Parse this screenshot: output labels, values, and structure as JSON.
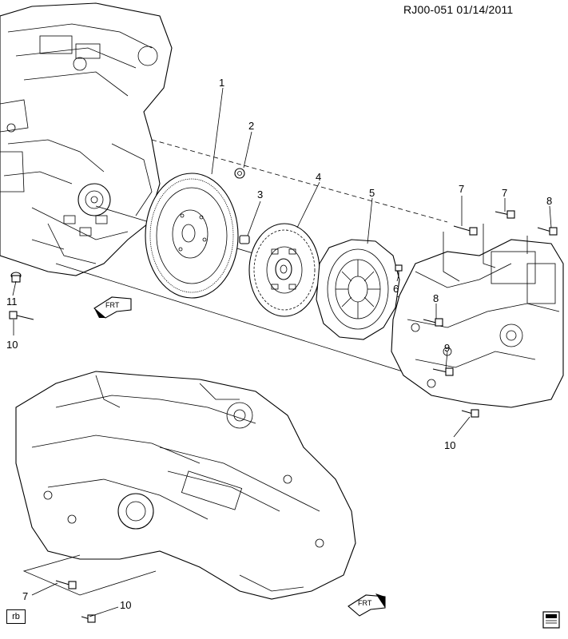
{
  "header": {
    "reference": "RJ00-051  01/14/2011"
  },
  "callouts": [
    {
      "id": "c1",
      "label": "1"
    },
    {
      "id": "c2",
      "label": "2"
    },
    {
      "id": "c3",
      "label": "3"
    },
    {
      "id": "c4",
      "label": "4"
    },
    {
      "id": "c5",
      "label": "5"
    },
    {
      "id": "c6",
      "label": "6"
    },
    {
      "id": "c7a",
      "label": "7"
    },
    {
      "id": "c7b",
      "label": "7"
    },
    {
      "id": "c8a",
      "label": "8"
    },
    {
      "id": "c8b",
      "label": "8"
    },
    {
      "id": "c9",
      "label": "9"
    },
    {
      "id": "c10a",
      "label": "10"
    },
    {
      "id": "c10b",
      "label": "10"
    },
    {
      "id": "c11",
      "label": "11"
    },
    {
      "id": "c7c",
      "label": "7"
    },
    {
      "id": "c10c",
      "label": "10"
    }
  ],
  "arrow_labels": {
    "front_top": "FRT",
    "front_bottom": "FRT"
  },
  "footer": {
    "corner_tag": "rb"
  },
  "icons": [
    "front-direction-arrow-icon",
    "book-icon"
  ]
}
